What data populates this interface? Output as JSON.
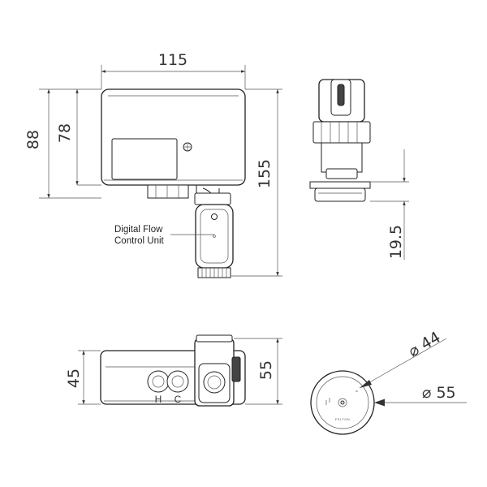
{
  "dimensions": {
    "width_115": "115",
    "height_88": "88",
    "height_78": "78",
    "height_155": "155",
    "height_19_5": "19.5",
    "height_45": "45",
    "height_55": "55",
    "diameter_44": "44",
    "diameter_55": "55"
  },
  "labels": {
    "callout_line1": "Digital Flow",
    "callout_line2": "Control Unit",
    "port_hot": "H",
    "port_cold": "C",
    "brand": "FELTON"
  },
  "symbols": {
    "diameter": "⌀"
  }
}
